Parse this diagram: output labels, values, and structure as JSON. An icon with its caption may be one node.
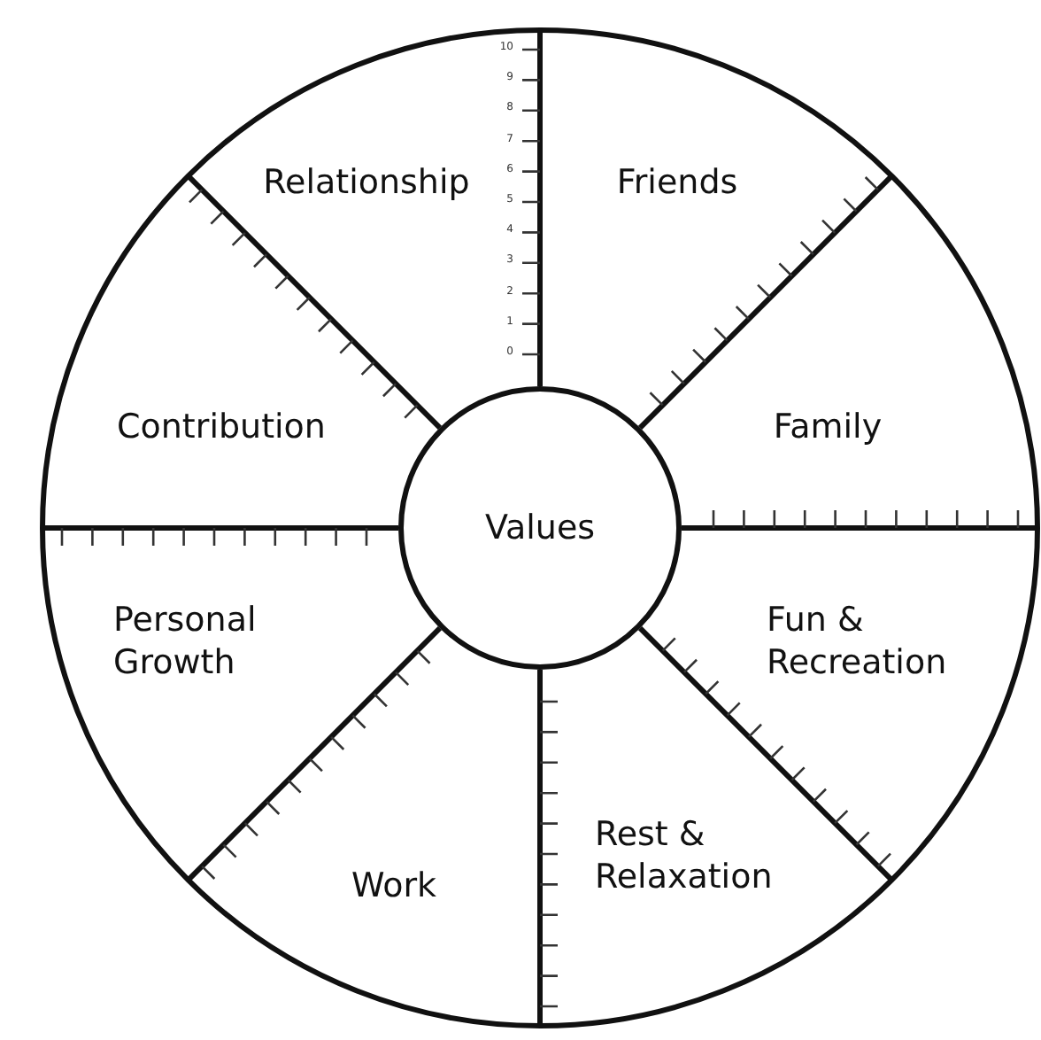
{
  "diagram": {
    "nodes": [
      {
        "text": [
          "Relationship"
        ]
      },
      {
        "text": [
          "Friends"
        ]
      },
      {
        "text": [
          "Contribution"
        ]
      },
      {
        "text": [
          "Family"
        ]
      },
      {
        "text": [
          "Values"
        ]
      },
      {
        "text": [
          "Personal Growth"
        ]
      },
      {
        "text": [
          "Fun & Recreation"
        ]
      },
      {
        "text": [
          "Work"
        ]
      },
      {
        "text": [
          "Rest & Relaxation"
        ]
      }
    ],
    "edges": [],
    "labels": [
      "10",
      "9",
      "8",
      "7",
      "6",
      "5",
      "4",
      "3",
      "2",
      "1",
      "0"
    ]
  }
}
